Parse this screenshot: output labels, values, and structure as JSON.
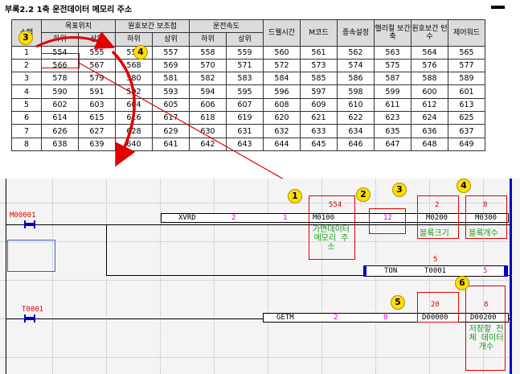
{
  "title": "부록2.2 1축 운전데이터 메모리 주소",
  "table": {
    "head_row1": [
      "스텝",
      "목표위치",
      "원호보간 보조점",
      "운전속도",
      "드웰시간",
      "M코드",
      "종속설정",
      "헬리컬 보간축",
      "원호보간 턴수",
      "제어워드"
    ],
    "head_row2": [
      "하위",
      "상위",
      "하위",
      "상위",
      "하위",
      "상위"
    ],
    "rows": [
      [
        "1",
        "554",
        "555",
        "556",
        "557",
        "558",
        "559",
        "560",
        "561",
        "562",
        "563",
        "564",
        "565"
      ],
      [
        "2",
        "566",
        "567",
        "568",
        "569",
        "570",
        "571",
        "572",
        "573",
        "574",
        "575",
        "576",
        "577"
      ],
      [
        "3",
        "578",
        "579",
        "580",
        "581",
        "582",
        "583",
        "584",
        "585",
        "586",
        "587",
        "588",
        "589"
      ],
      [
        "4",
        "590",
        "591",
        "592",
        "593",
        "594",
        "595",
        "596",
        "597",
        "598",
        "599",
        "600",
        "601"
      ],
      [
        "5",
        "602",
        "603",
        "604",
        "605",
        "606",
        "607",
        "608",
        "609",
        "610",
        "611",
        "612",
        "613"
      ],
      [
        "6",
        "614",
        "615",
        "616",
        "617",
        "618",
        "619",
        "620",
        "621",
        "622",
        "623",
        "624",
        "625"
      ],
      [
        "7",
        "626",
        "627",
        "628",
        "629",
        "630",
        "631",
        "632",
        "633",
        "634",
        "635",
        "636",
        "637"
      ],
      [
        "8",
        "638",
        "639",
        "640",
        "641",
        "642",
        "643",
        "644",
        "645",
        "646",
        "647",
        "648",
        "649"
      ]
    ]
  },
  "ladder": {
    "contact1": "M00001",
    "contact2": "T0001",
    "rung1": {
      "instr": "XVRD",
      "p1": "2",
      "p2": "1",
      "addr_val": "554",
      "addr": "M0100",
      "addr_comment": "가변데이터 메모리 주소",
      "block_size": "12",
      "bs_val": "2",
      "bs_dev": "M0200",
      "bs_comment": "블록크기",
      "bc_val": "8",
      "bc_dev": "M0300",
      "bc_comment": "블록개수"
    },
    "rung2": {
      "instr": "TON",
      "timer": "T0001",
      "preset_top": "5",
      "preset": "5"
    },
    "rung3": {
      "instr": "GETM",
      "p1": "2",
      "p2": "0",
      "d_val": "20",
      "d_dev": "D00000",
      "n_val": "8",
      "n_dev": "D00200",
      "n_comment": "저장할 전체 데이터 개수"
    }
  },
  "badges": [
    "1",
    "2",
    "3",
    "4",
    "5",
    "6",
    "3",
    "4"
  ],
  "colors": {
    "accent": "#e00000",
    "badge": "#ffe000",
    "comment": "#1a9a1a",
    "param": "#d000d0",
    "rail": "#0000c0"
  }
}
